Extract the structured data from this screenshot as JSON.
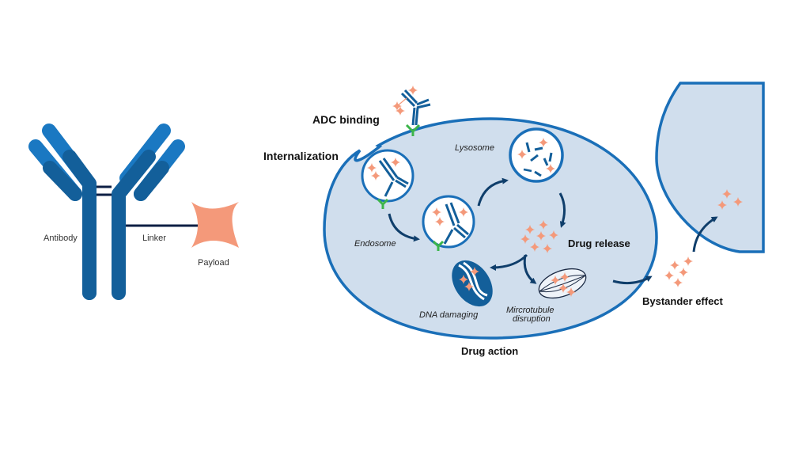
{
  "colors": {
    "antibody_light": "#1a78c2",
    "antibody_dark": "#135f9a",
    "linker": "#0d1f44",
    "payload": "#f4997a",
    "cell_fill": "#d0deed",
    "cell_stroke": "#1a6fb8",
    "arrow": "#0f3e6b",
    "receptor": "#3cb54a"
  },
  "left_panel": {
    "antibody_label": "Antibody",
    "linker_label": "Linker",
    "payload_label": "Payload"
  },
  "right_panel": {
    "adc_binding": "ADC binding",
    "internalization": "Internalization",
    "lysosome": "Lysosome",
    "endosome": "Endosome",
    "drug_release": "Drug release",
    "dna_damaging": "DNA damaging",
    "microtubule_line1": "Mircrotubule",
    "microtubule_line2": "disruption",
    "drug_action": "Drug action",
    "bystander_effect": "Bystander effect"
  }
}
